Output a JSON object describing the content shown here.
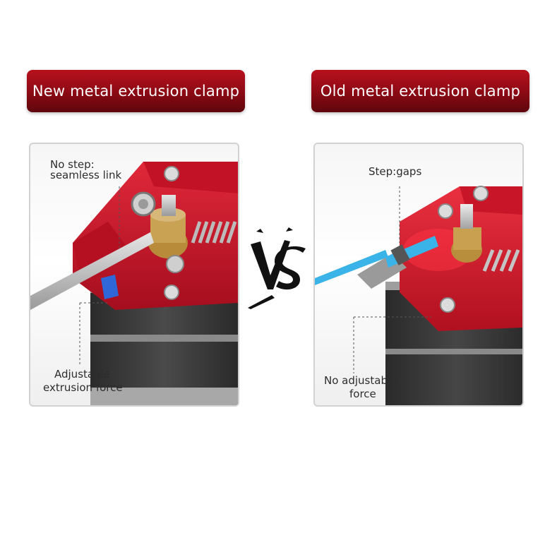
{
  "left_panel": {
    "banner": "New metal extrusion clamp",
    "callout_top_line1": "No step:",
    "callout_top_line2": "seamless link",
    "callout_bottom_line1": "Adjustable",
    "callout_bottom_line2": "extrusion force"
  },
  "right_panel": {
    "banner": "Old metal extrusion clamp",
    "callout_top": "Step:gaps",
    "callout_bottom_line1": "No adjustable",
    "callout_bottom_line2": "force"
  },
  "vs_mark": "VS",
  "colors": {
    "banner_red": "#9c0d18",
    "clamp_red": "#c8142a",
    "motor_dark": "#3a3a3a",
    "filament_blue": "#3ab3e8"
  }
}
